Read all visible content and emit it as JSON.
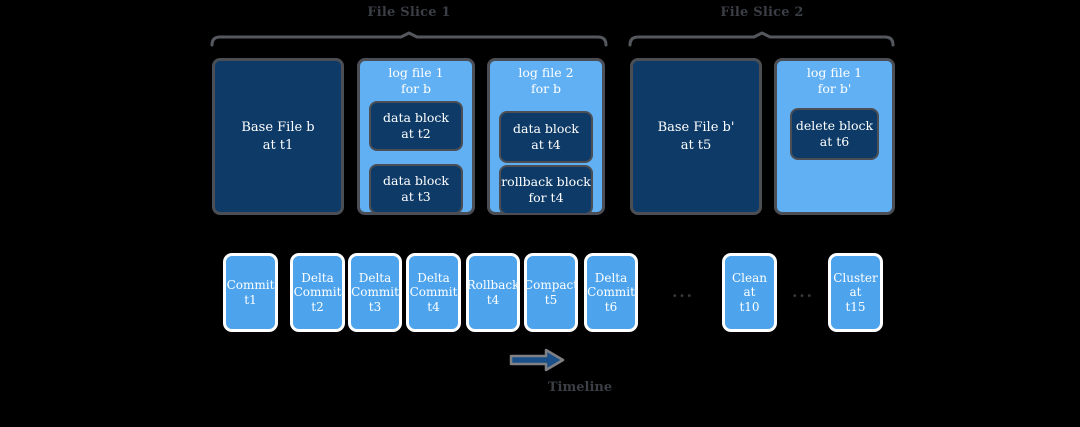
{
  "diagram_title": "Hudi file slice / timeline diagram",
  "slices": [
    {
      "label": "File Slice 1"
    },
    {
      "label": "File Slice 2"
    }
  ],
  "file_groups": {
    "base_file_1": {
      "label": "Base File b\nat t1"
    },
    "log_file_1": {
      "title": "log file 1\nfor b",
      "blocks": [
        {
          "label": "data block\nat t2"
        },
        {
          "label": "data block\nat t3"
        }
      ]
    },
    "log_file_2": {
      "title": "log file 2\nfor b",
      "blocks": [
        {
          "label": "data block\nat t4"
        },
        {
          "label": "rollback block\nfor t4"
        }
      ]
    },
    "base_file_2": {
      "label": "Base File b'\nat t5"
    },
    "log_file_3": {
      "title": "log file 1\nfor b'",
      "blocks": [
        {
          "label": "delete block\nat t6"
        }
      ]
    }
  },
  "timeline": {
    "actions": [
      "Commit\nt1",
      "Delta\nCommit\nt2",
      "Delta\nCommit\nt3",
      "Delta\nCommit\nt4",
      "Rollback\nt4",
      "Compact\nt5",
      "Delta\nCommit\nt6",
      "Clean\nat\nt10",
      "Cluster\nat\nt15"
    ],
    "ellipsis": "...",
    "label": "Timeline"
  },
  "colors": {
    "background": "#000000",
    "base_file_fill": "#0d3a66",
    "log_file_fill": "#61b0f4",
    "action_fill": "#4da4ed",
    "box_border_gray": "#4b4f55",
    "action_border_white": "#ffffff",
    "brace_gray": "#54585e",
    "label_gray": "#3a3e45",
    "arrow_fill": "#1b4f8a",
    "arrow_stroke": "#7f8184",
    "text_white": "#ffffff"
  }
}
